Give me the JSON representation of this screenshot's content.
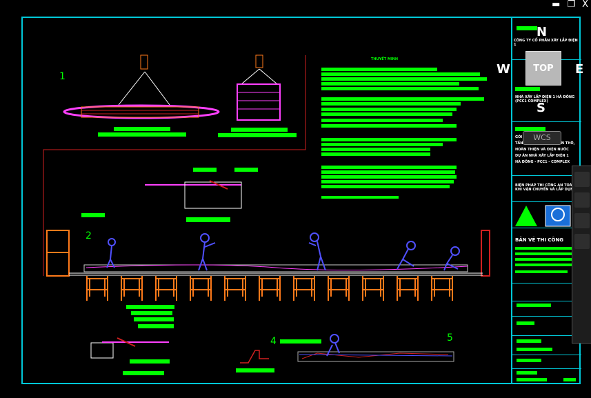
{
  "window": {
    "minimize": "▬",
    "restore": "❐",
    "close": "X"
  },
  "labels": {
    "detail1": "1",
    "detail2": "2",
    "detail4": "4",
    "detail5": "5"
  },
  "viewcube": {
    "north": "N",
    "south": "S",
    "east": "E",
    "west": "W",
    "face": "TOP"
  },
  "wcs": {
    "label": "WCS"
  },
  "title_block": {
    "company": "CÔNG TY CỔ PHẦN XÂY LẮP ĐIỆN 1",
    "project": "NHÀ XÂY LẮP ĐIỆN 1 HÀ ĐÔNG (PCC1 COMPLEX)",
    "package_lines": [
      "GÓI THẦU: THI CÔNG",
      "TẦNG HẦM, MÓNG, PHẦN THÔ,",
      "HOÀN THIỆN VÀ ĐIỆN NƯỚC",
      "DỰ ÁN NHÀ XÂY LẮP ĐIỆN 1",
      "HÀ ĐÔNG - PCC1 - COMPLEX"
    ],
    "drawing_title": "BIỆN PHÁP THI CÔNG AN TOÀN KHI VẬN CHUYỂN VÀ LẮP DỰNG",
    "stage": "BẢN VẼ THI CÔNG"
  },
  "notes_heading": "THUYẾT MINH",
  "colors": {
    "frame": "#00c8d8",
    "text": "#00ff00",
    "orange": "#ff7a1a",
    "magenta": "#ff40ff",
    "blue": "#5050ff",
    "red": "#d02020",
    "white": "#ffffff"
  }
}
